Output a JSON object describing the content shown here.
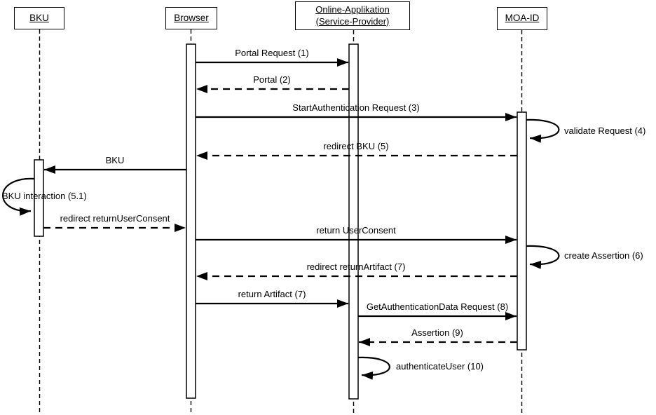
{
  "diagram": {
    "type": "uml-sequence-diagram",
    "colors": {
      "line": "#000000",
      "background": "#ffffff",
      "fill": "#ffffff"
    },
    "actors": [
      {
        "label": "BKU"
      },
      {
        "label": "Browser"
      },
      {
        "label": "Online-Applikation (Service-Provider)"
      },
      {
        "label": "MOA-ID"
      }
    ],
    "messages": [
      {
        "label": "Portal Request (1)",
        "from": "Browser",
        "to": "Online-Applikation (Service-Provider)",
        "line": "solid",
        "kind": "message"
      },
      {
        "label": "Portal (2)",
        "from": "Online-Applikation (Service-Provider)",
        "to": "Browser",
        "line": "dashed",
        "kind": "return"
      },
      {
        "label": "StartAuthentication Request (3)",
        "from": "Browser",
        "to": "MOA-ID",
        "line": "solid",
        "kind": "message"
      },
      {
        "label": "validate Request (4)",
        "from": "MOA-ID",
        "to": "MOA-ID",
        "line": "solid",
        "kind": "self-message"
      },
      {
        "label": "redirect BKU (5)",
        "from": "MOA-ID",
        "to": "Browser",
        "line": "dashed",
        "kind": "return"
      },
      {
        "label": "BKU",
        "from": "Browser",
        "to": "BKU",
        "line": "solid",
        "kind": "message"
      },
      {
        "label": "BKU interaction (5.1)",
        "from": "BKU",
        "to": "BKU",
        "line": "solid",
        "kind": "self-message"
      },
      {
        "label": "redirect returnUserConsent",
        "from": "BKU",
        "to": "Browser",
        "line": "dashed",
        "kind": "return"
      },
      {
        "label": "return UserConsent",
        "from": "Browser",
        "to": "MOA-ID",
        "line": "solid",
        "kind": "message"
      },
      {
        "label": "create Assertion (6)",
        "from": "MOA-ID",
        "to": "MOA-ID",
        "line": "solid",
        "kind": "self-message"
      },
      {
        "label": "redirect returnArtifact (7)",
        "from": "MOA-ID",
        "to": "Browser",
        "line": "dashed",
        "kind": "return"
      },
      {
        "label": "return Artifact (7)",
        "from": "Browser",
        "to": "Online-Applikation (Service-Provider)",
        "line": "solid",
        "kind": "message"
      },
      {
        "label": "GetAuthenticationData Request (8)",
        "from": "Online-Applikation (Service-Provider)",
        "to": "MOA-ID",
        "line": "solid",
        "kind": "message"
      },
      {
        "label": "Assertion (9)",
        "from": "MOA-ID",
        "to": "Online-Applikation (Service-Provider)",
        "line": "dashed",
        "kind": "return"
      },
      {
        "label": "authenticateUser (10)",
        "from": "Online-Applikation (Service-Provider)",
        "to": "Online-Applikation (Service-Provider)",
        "line": "solid",
        "kind": "self-message"
      }
    ]
  }
}
